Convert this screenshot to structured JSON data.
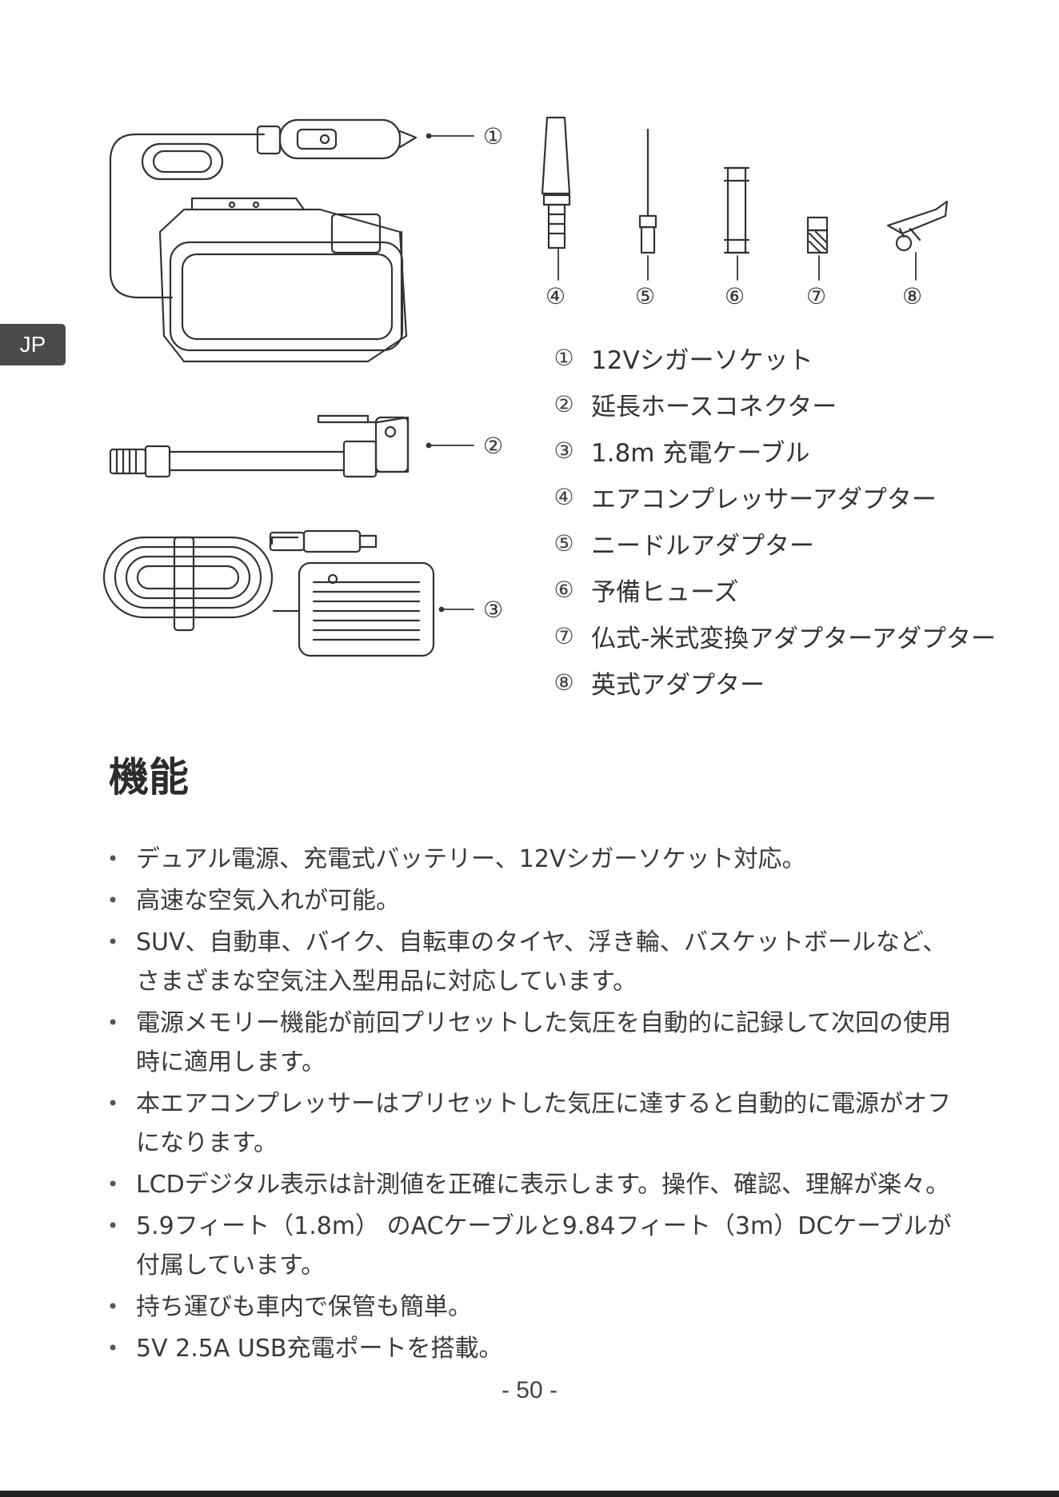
{
  "language_tab": "JP",
  "callouts": [
    "①",
    "②",
    "③",
    "④",
    "⑤",
    "⑥",
    "⑦",
    "⑧"
  ],
  "parts": [
    {
      "num": "①",
      "label": "12Vシガーソケット"
    },
    {
      "num": "②",
      "label": "延長ホースコネクター"
    },
    {
      "num": "③",
      "label": "1.8m 充電ケーブル"
    },
    {
      "num": "④",
      "label": "エアコンプレッサーアダプター"
    },
    {
      "num": "⑤",
      "label": "ニードルアダプター"
    },
    {
      "num": "⑥",
      "label": "予備ヒューズ"
    },
    {
      "num": "⑦",
      "label": "仏式-米式変換アダプターアダプター"
    },
    {
      "num": "⑧",
      "label": "英式アダプター"
    }
  ],
  "section_title": "機能",
  "features": [
    "デュアル電源、充電式バッテリー、12Vシガーソケット対応。",
    "高速な空気入れが可能。",
    "SUV、自動車、バイク、自転車のタイヤ、浮き輪、バスケットボールなど、さまざまな空気注入型用品に対応しています。",
    "電源メモリー機能が前回プリセットした気圧を自動的に記録して次回の使用時に適用します。",
    "本エアコンプレッサーはプリセットした気圧に達すると自動的に電源がオフになります。",
    "LCDデジタル表示は計測値を正確に表示します。操作、確認、理解が楽々。",
    "5.9フィート（1.8m） のACケーブルと9.84フィート（3m）DCケーブルが付属しています。",
    "持ち運びも車内で保管も簡単。",
    "5V 2.5A USB充電ポートを搭載。"
  ],
  "page_number": "- 50 -"
}
